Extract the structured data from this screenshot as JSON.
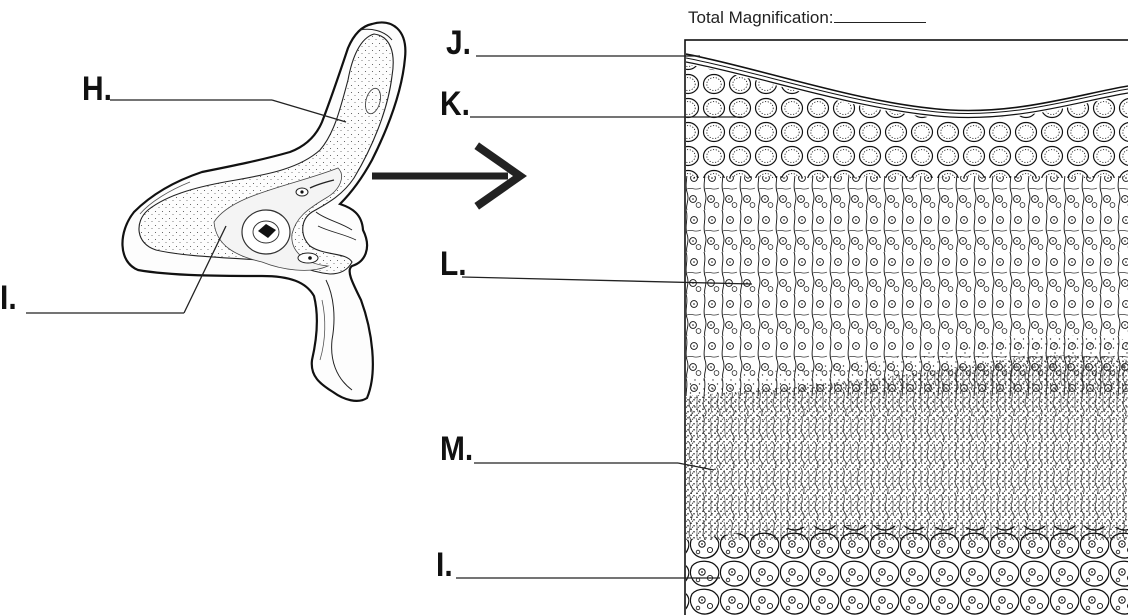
{
  "header": {
    "magnification_label": "Total Magnification:"
  },
  "labels": {
    "H": "H.",
    "I_left": "I.",
    "J": "J.",
    "K": "K.",
    "L": "L.",
    "M": "M.",
    "I_right": "I."
  }
}
